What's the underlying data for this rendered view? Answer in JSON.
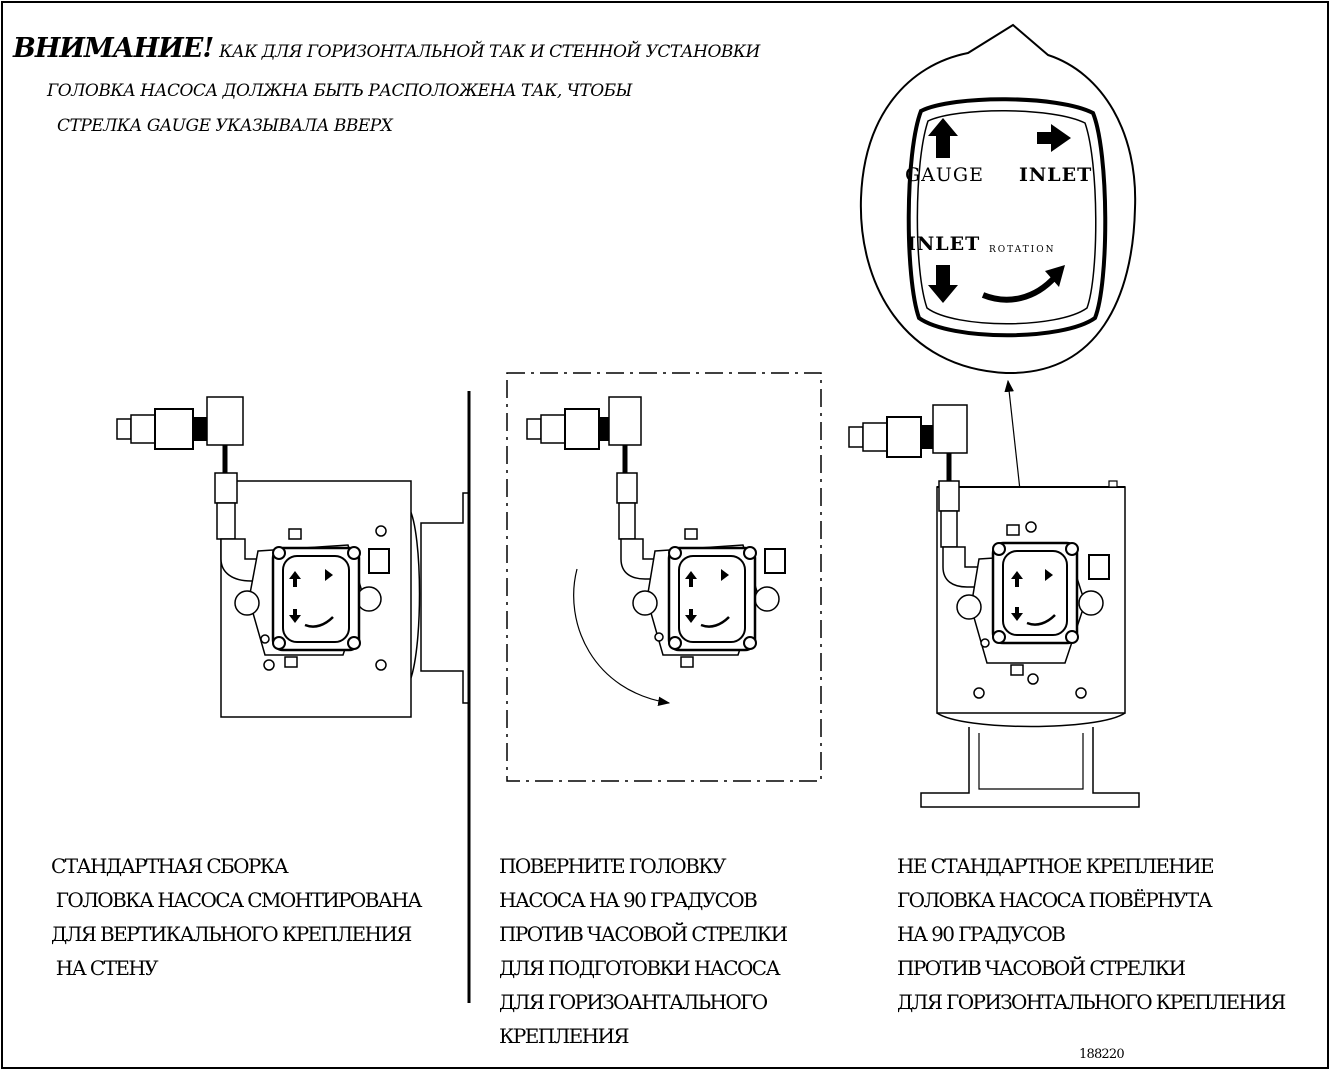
{
  "warning": {
    "title": "ВНИМАНИЕ!",
    "line1": "КАК ДЛЯ ГОРИЗОНТАЛЬНОЙ ТАК И СТЕННОЙ УСТАНОВКИ",
    "line2": "ГОЛОВКА НАСОСА ДОЛЖНА БЫТЬ РАСПОЛОЖЕНА ТАК, ЧТОБЫ",
    "line3": "СТРЕЛКА GAUGE УКАЗЫВАЛА ВВЕРХ"
  },
  "detail": {
    "gauge": "GAUGE",
    "inlet_top": "INLET",
    "inlet_bottom": "INLET",
    "rotation": "ROTATION"
  },
  "captions": {
    "left": [
      "СТАНДАРТНАЯ СБОРКА",
      " ГОЛОВКА НАСОСА СМОНТИРОВАНА",
      "ДЛЯ ВЕРТИКАЛЬНОГО КРЕПЛЕНИЯ",
      " НА СТЕНУ"
    ],
    "middle": [
      "ПОВЕРНИТЕ ГОЛОВКУ",
      "НАСОСА НА 90 ГРАДУСОВ",
      "ПРОТИВ ЧАСОВОЙ СТРЕЛКИ",
      "ДЛЯ ПОДГОТОВКИ НАСОСА",
      "ДЛЯ ГОРИЗОАНТАЛЬНОГО",
      "КРЕПЛЕНИЯ"
    ],
    "right": [
      "НЕ СТАНДАРТНОЕ КРЕПЛЕНИЕ",
      "ГОЛОВКА НАСОСА ПОВЁРНУТА",
      "НА 90 ГРАДУСОВ",
      "ПРОТИВ ЧАСОВОЙ СТРЕЛКИ",
      "ДЛЯ ГОРИЗОНТАЛЬНОГО КРЕПЛЕНИЯ"
    ]
  },
  "drawing_code": "188220"
}
